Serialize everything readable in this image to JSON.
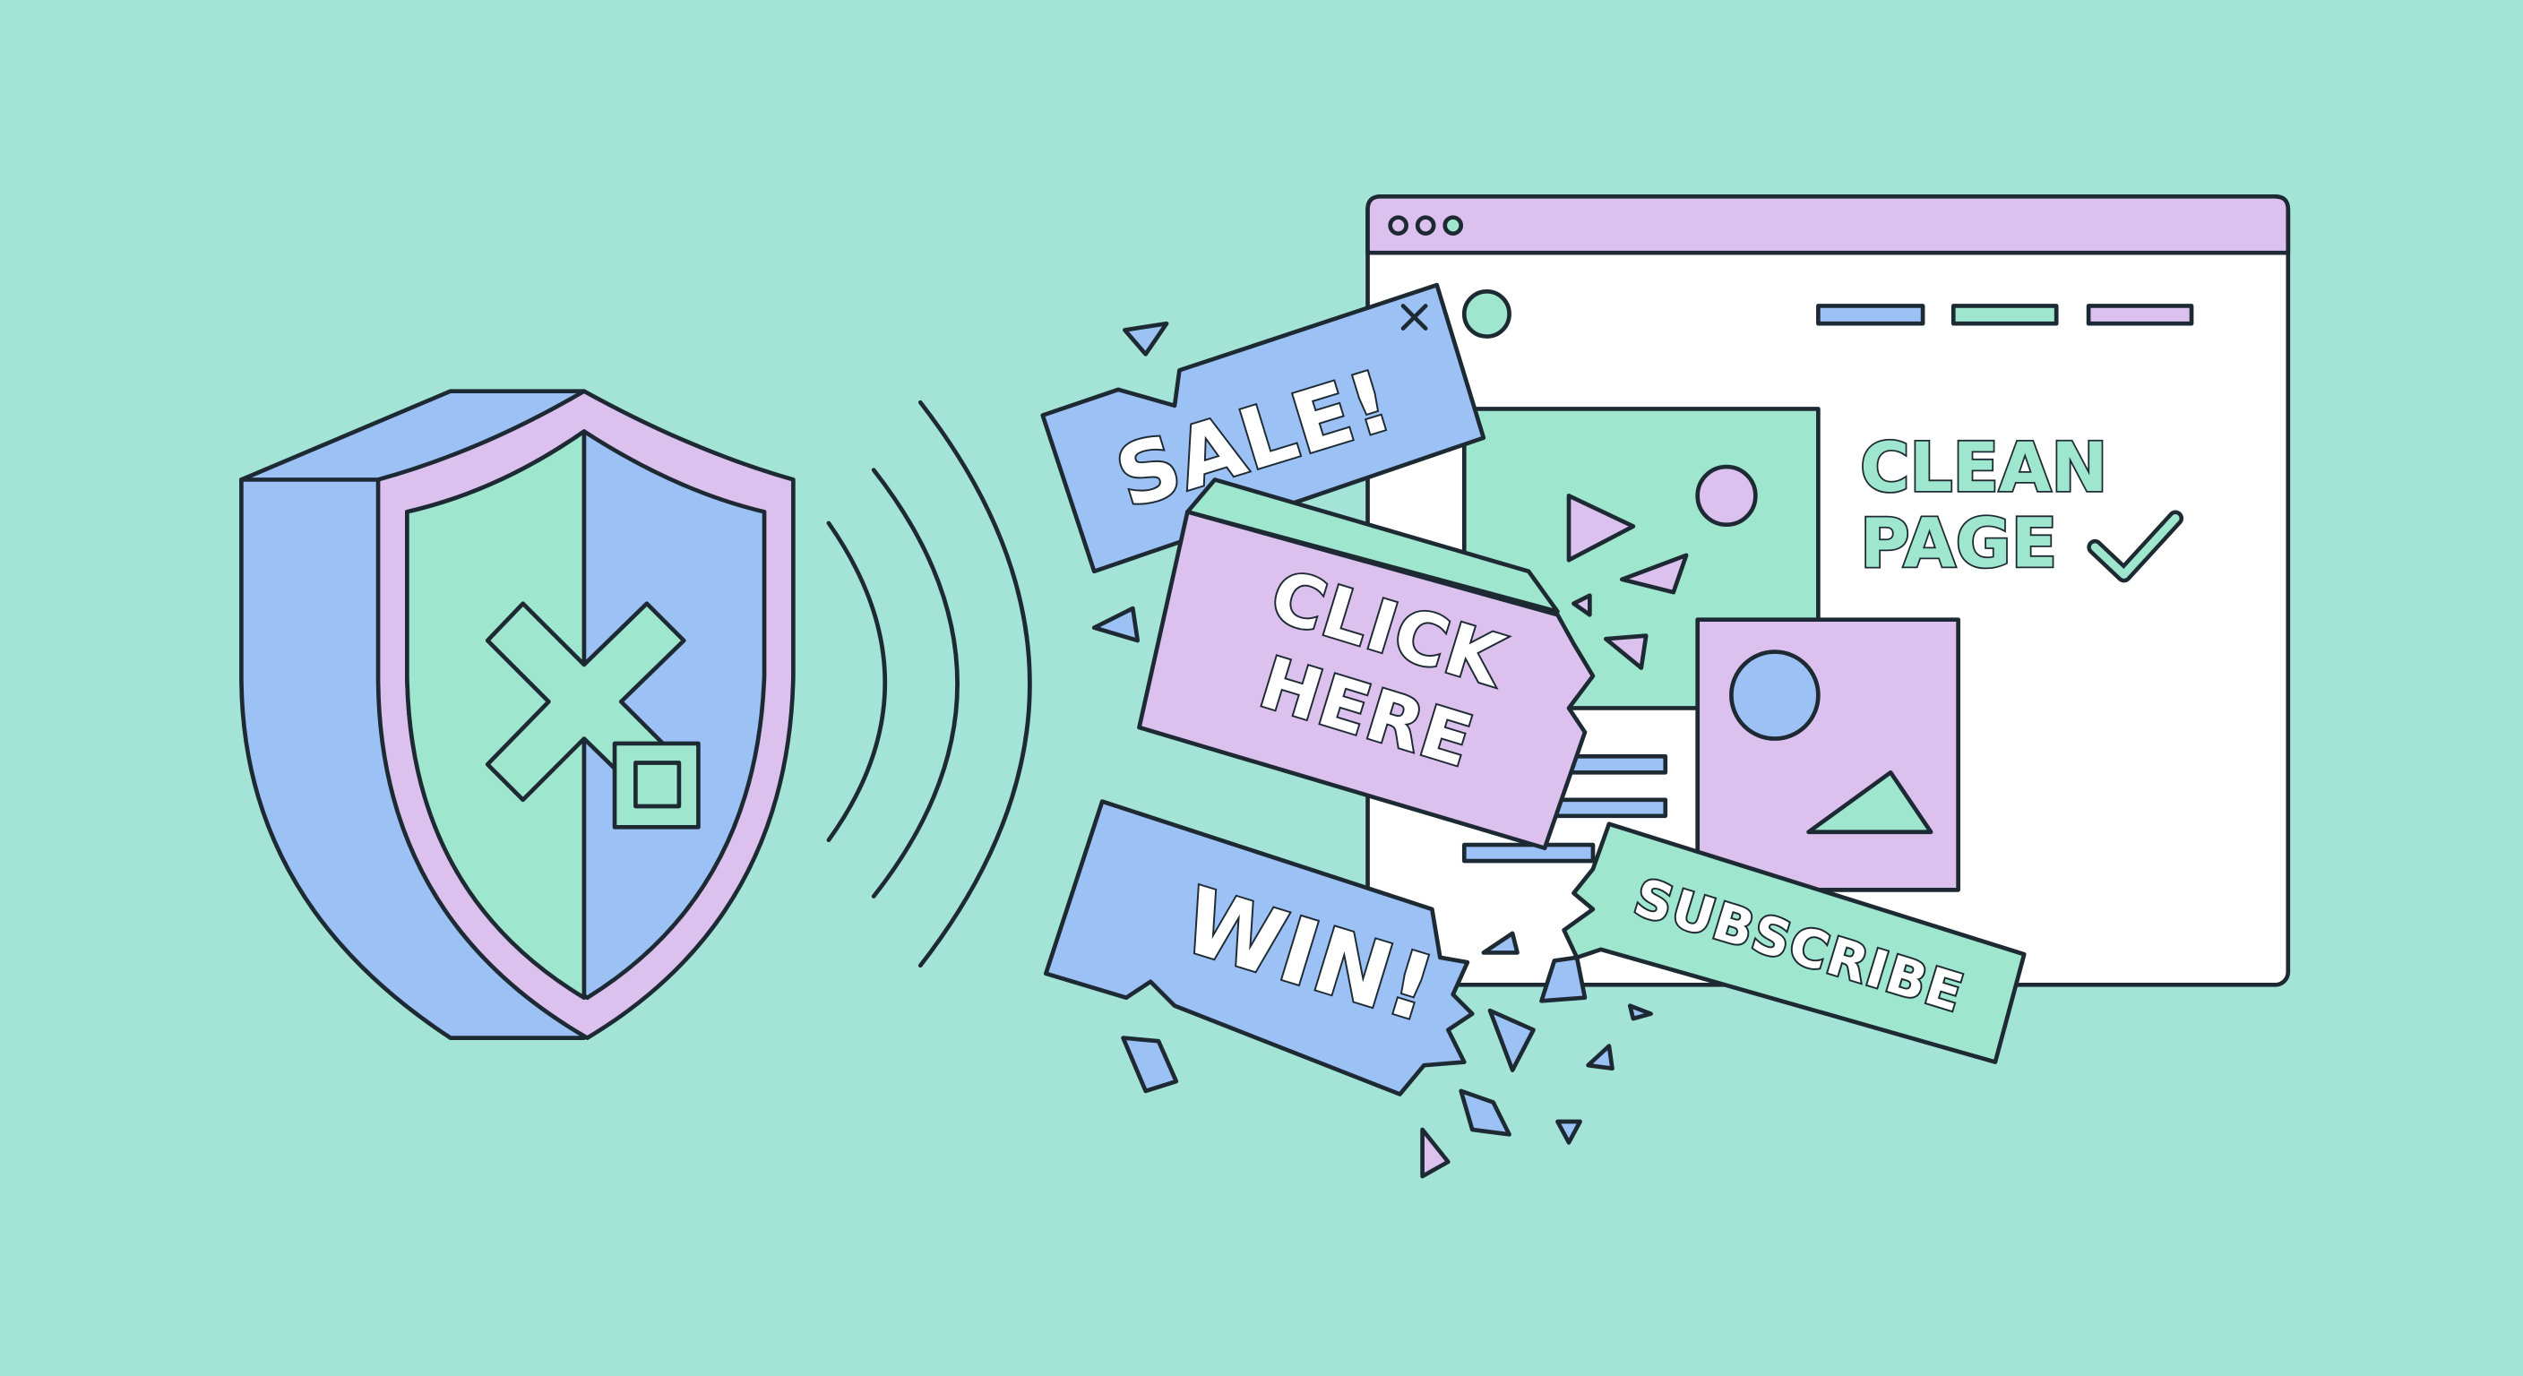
{
  "colors": {
    "background": "#a3e4d7",
    "blue": "#9cc1f5",
    "purple": "#dcc1ef",
    "green": "#9fe6cf",
    "outline": "#1e2a33",
    "white": "#ffffff"
  },
  "shield": {
    "icon": "shield-x-icon"
  },
  "ads": {
    "sale": "SALE!",
    "click_line1": "CLICK",
    "click_line2": "HERE",
    "win": "WIN!",
    "subscribe": "SUBSCRIBE"
  },
  "browser": {
    "headline_line1": "CLEAN",
    "headline_line2": "PAGE",
    "check_icon": "checkmark-icon"
  }
}
